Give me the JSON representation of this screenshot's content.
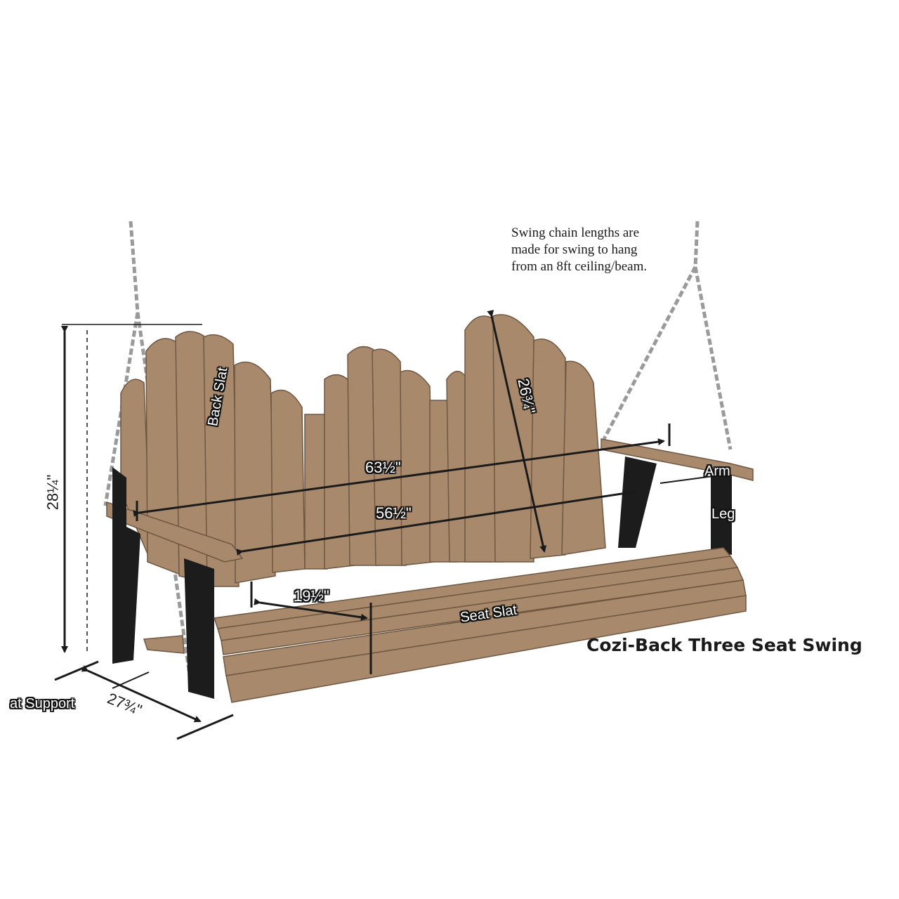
{
  "title": "Cozi-Back Three Seat Swing",
  "note_lines": [
    "Swing chain lengths are",
    "made for swing to hang",
    "from an 8ft ceiling/beam."
  ],
  "dimensions": {
    "overall_height": "28¼\"",
    "back_height": "26¾\"",
    "overall_width": "63½\"",
    "seat_width": "56½\"",
    "seat_depth": "19½\"",
    "overall_depth": "27¾\""
  },
  "part_labels": {
    "back_slat": "Back Slat",
    "arm": "Arm",
    "leg": "Leg",
    "seat_slat": "Seat Slat",
    "seat_support": "at Support"
  },
  "colors": {
    "wood": "#a8896b",
    "wood_dark": "#8d7055",
    "frame": "#1c1c1c",
    "chain": "#9a9a9a"
  }
}
